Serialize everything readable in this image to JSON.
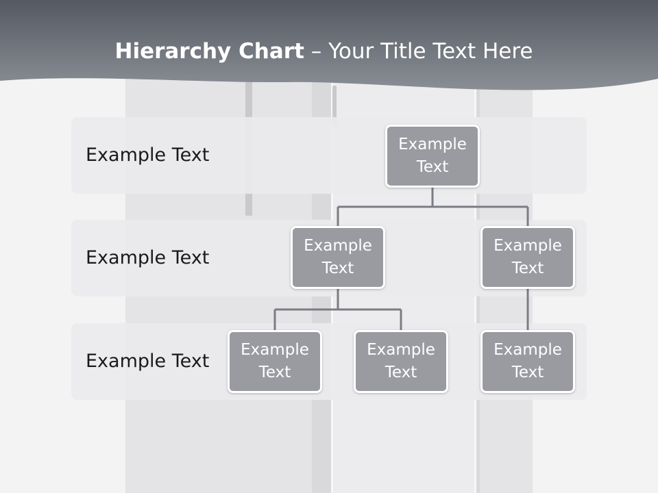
{
  "title": {
    "bold": "Hierarchy Chart",
    "rest": " – Your Title Text Here"
  },
  "levels": [
    {
      "label": "Example Text"
    },
    {
      "label": "Example Text"
    },
    {
      "label": "Example Text"
    }
  ],
  "nodes": [
    {
      "text": "Example Text",
      "level": 1
    },
    {
      "text": "Example Text",
      "level": 2
    },
    {
      "text": "Example Text",
      "level": 2
    },
    {
      "text": "Example Text",
      "level": 3
    },
    {
      "text": "Example Text",
      "level": 3
    },
    {
      "text": "Example Text",
      "level": 3
    }
  ],
  "edges": [
    {
      "from": 0,
      "to": 1
    },
    {
      "from": 0,
      "to": 2
    },
    {
      "from": 1,
      "to": 3
    },
    {
      "from": 1,
      "to": 4
    },
    {
      "from": 2,
      "to": 5
    }
  ],
  "colors": {
    "header": "#6b7078",
    "node_fill": "#999ba1",
    "node_border": "#ffffff",
    "band": "#ebebed",
    "connector": "#7a7d83"
  }
}
